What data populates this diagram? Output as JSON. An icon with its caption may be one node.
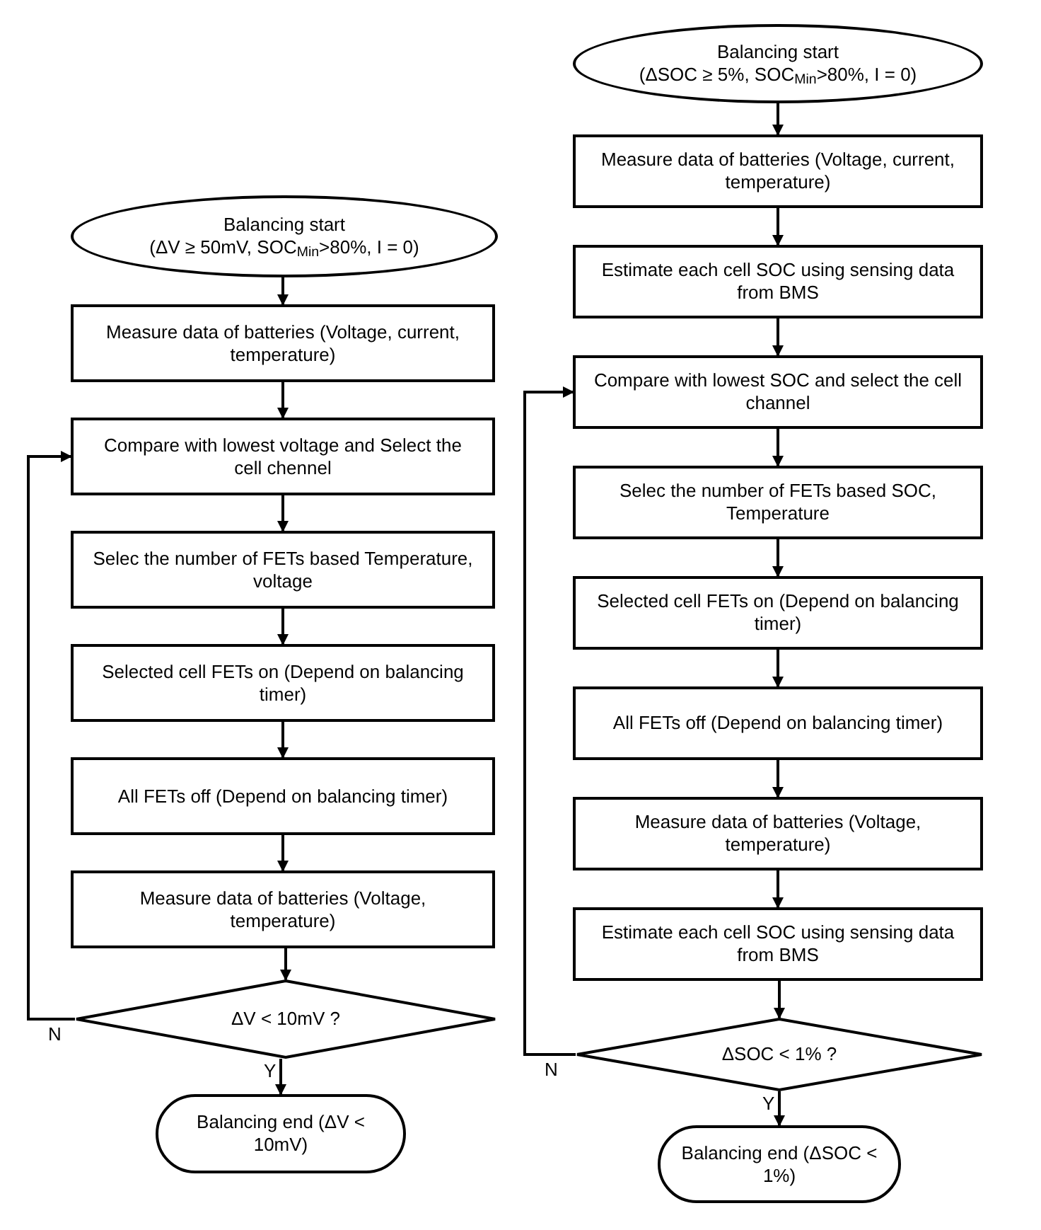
{
  "diagram": {
    "nodes": [
      {
        "text": [
          "Balancing start",
          "(ΔV ≥ 50mV, SOC$_{Min}$>80%, I = 0)"
        ]
      },
      {
        "text": [
          "Measure data of batteries (Voltage, current, temperature)"
        ]
      },
      {
        "text": [
          "Compare with lowest voltage and Select the cell chennel"
        ]
      },
      {
        "text": [
          "Selec the number of FETs based Temperature, voltage"
        ]
      },
      {
        "text": [
          "Selected cell FETs on (Depend on balancing timer)"
        ]
      },
      {
        "text": [
          "All FETs off (Depend on balancing timer)"
        ]
      },
      {
        "text": [
          "Measure data of batteries (Voltage, temperature)"
        ]
      },
      {
        "text": [
          "ΔV < 10mV ?"
        ]
      },
      {
        "text": [
          "Balancing end (ΔV < 10mV)"
        ]
      },
      {
        "text": [
          "Balancing start",
          "(ΔSOC ≥ 5%, SOC$_{Min}$>80%, I = 0)"
        ]
      },
      {
        "text": [
          "Measure data of batteries (Voltage, current, temperature)"
        ]
      },
      {
        "text": [
          "Estimate each cell SOC using sensing data from BMS"
        ]
      },
      {
        "text": [
          "Compare with lowest SOC and select the cell channel"
        ]
      },
      {
        "text": [
          "Selec the number of FETs based SOC, Temperature"
        ]
      },
      {
        "text": [
          "Selected cell FETs on (Depend on balancing timer)"
        ]
      },
      {
        "text": [
          "All FETs off (Depend on balancing timer)"
        ]
      },
      {
        "text": [
          "Measure data of batteries (Voltage, temperature)"
        ]
      },
      {
        "text": [
          "Estimate each cell SOC using sensing data from BMS"
        ]
      },
      {
        "text": [
          "ΔSOC < 1% ?"
        ]
      },
      {
        "text": [
          "Balancing end (ΔSOC < 1%)"
        ]
      }
    ],
    "edges": [
      {
        "from": 0,
        "to": 1,
        "arrow": "to"
      },
      {
        "from": 1,
        "to": 2,
        "arrow": "to"
      },
      {
        "from": 2,
        "to": 3,
        "arrow": "to"
      },
      {
        "from": 3,
        "to": 4,
        "arrow": "to"
      },
      {
        "from": 4,
        "to": 5,
        "arrow": "to"
      },
      {
        "from": 5,
        "to": 6,
        "arrow": "to"
      },
      {
        "from": 6,
        "to": 7,
        "arrow": "to"
      },
      {
        "from": 7,
        "to": 8,
        "arrow": "to",
        "label": "Y"
      },
      {
        "from": 7,
        "to": 2,
        "arrow": "to",
        "label": "N"
      },
      {
        "from": 9,
        "to": 10,
        "arrow": "to"
      },
      {
        "from": 10,
        "to": 11,
        "arrow": "to"
      },
      {
        "from": 11,
        "to": 12,
        "arrow": "to"
      },
      {
        "from": 12,
        "to": 13,
        "arrow": "to"
      },
      {
        "from": 13,
        "to": 14,
        "arrow": "to"
      },
      {
        "from": 14,
        "to": 15,
        "arrow": "to"
      },
      {
        "from": 15,
        "to": 16,
        "arrow": "to"
      },
      {
        "from": 16,
        "to": 17,
        "arrow": "to"
      },
      {
        "from": 17,
        "to": 18,
        "arrow": "to"
      },
      {
        "from": 18,
        "to": 19,
        "arrow": "to",
        "label": "Y"
      },
      {
        "from": 18,
        "to": 12,
        "arrow": "to",
        "label": "N"
      }
    ]
  }
}
